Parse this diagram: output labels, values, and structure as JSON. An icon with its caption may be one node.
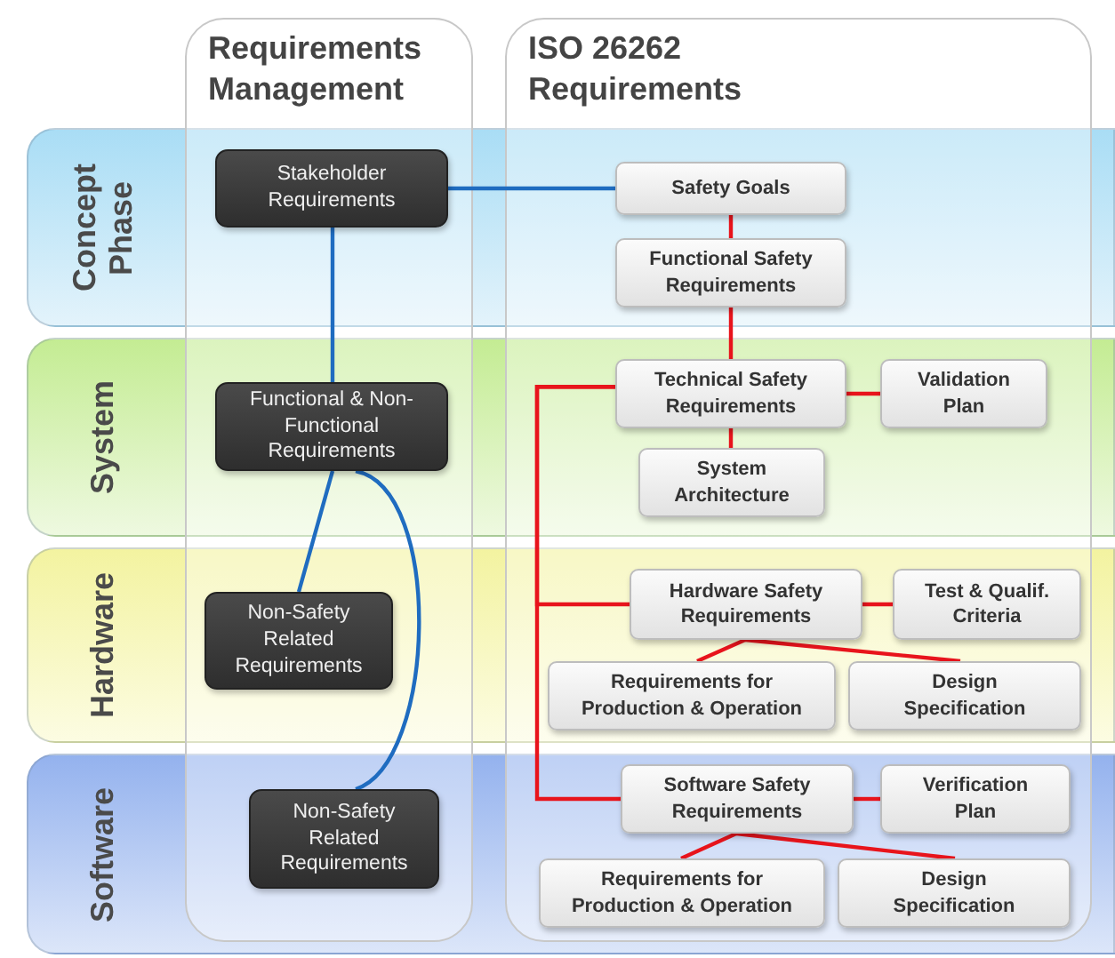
{
  "diagram": {
    "nodes": [
      {
        "text": [
          "Stakeholder Requirements"
        ]
      },
      {
        "text": [
          "Safety Goals"
        ]
      },
      {
        "text": [
          "Functional Safety Requirements"
        ]
      },
      {
        "text": [
          "Functional & Non-Functional Requirements"
        ]
      },
      {
        "text": [
          "Technical Safety Requirements"
        ]
      },
      {
        "text": [
          "Validation Plan"
        ]
      },
      {
        "text": [
          "System Architecture"
        ]
      },
      {
        "text": [
          "Non-Safety Related Requirements"
        ]
      },
      {
        "text": [
          "Hardware Safety Requirements"
        ]
      },
      {
        "text": [
          "Test & Qualif. Criteria"
        ]
      },
      {
        "text": [
          "Requirements for Production & Operation"
        ]
      },
      {
        "text": [
          "Design Specification"
        ]
      },
      {
        "text": [
          "Non-Safety Related Requirements"
        ]
      },
      {
        "text": [
          "Software Safety Requirements"
        ]
      },
      {
        "text": [
          "Verification Plan"
        ]
      },
      {
        "text": [
          "Requirements for Production & Operation"
        ]
      },
      {
        "text": [
          "Design Specification"
        ]
      }
    ],
    "edges": [
      {
        "from": 0,
        "to": 1,
        "arrow": "none",
        "color": "#1f6cc0"
      },
      {
        "from": 0,
        "to": 3,
        "arrow": "none",
        "color": "#1f6cc0"
      },
      {
        "from": 3,
        "to": 7,
        "arrow": "none",
        "color": "#1f6cc0"
      },
      {
        "from": 3,
        "to": 12,
        "arrow": "none",
        "color": "#1f6cc0"
      },
      {
        "from": 1,
        "to": 2,
        "arrow": "none"
      },
      {
        "from": 2,
        "to": 4,
        "arrow": "none"
      },
      {
        "from": 4,
        "to": 5,
        "arrow": "none"
      },
      {
        "from": 4,
        "to": 6,
        "arrow": "none"
      },
      {
        "from": 4,
        "to": 8,
        "arrow": "none"
      },
      {
        "from": 4,
        "to": 13,
        "arrow": "none"
      },
      {
        "from": 8,
        "to": 9,
        "arrow": "none"
      },
      {
        "from": 8,
        "to": 10,
        "arrow": "none"
      },
      {
        "from": 8,
        "to": 11,
        "arrow": "none"
      },
      {
        "from": 13,
        "to": 14,
        "arrow": "none"
      },
      {
        "from": 13,
        "to": 15,
        "arrow": "none"
      },
      {
        "from": 13,
        "to": 16,
        "arrow": "none"
      }
    ],
    "labels": [
      "Requirements Management",
      "ISO 26262 Requirements",
      "Concept Phase",
      "System",
      "Hardware",
      "Software"
    ]
  }
}
